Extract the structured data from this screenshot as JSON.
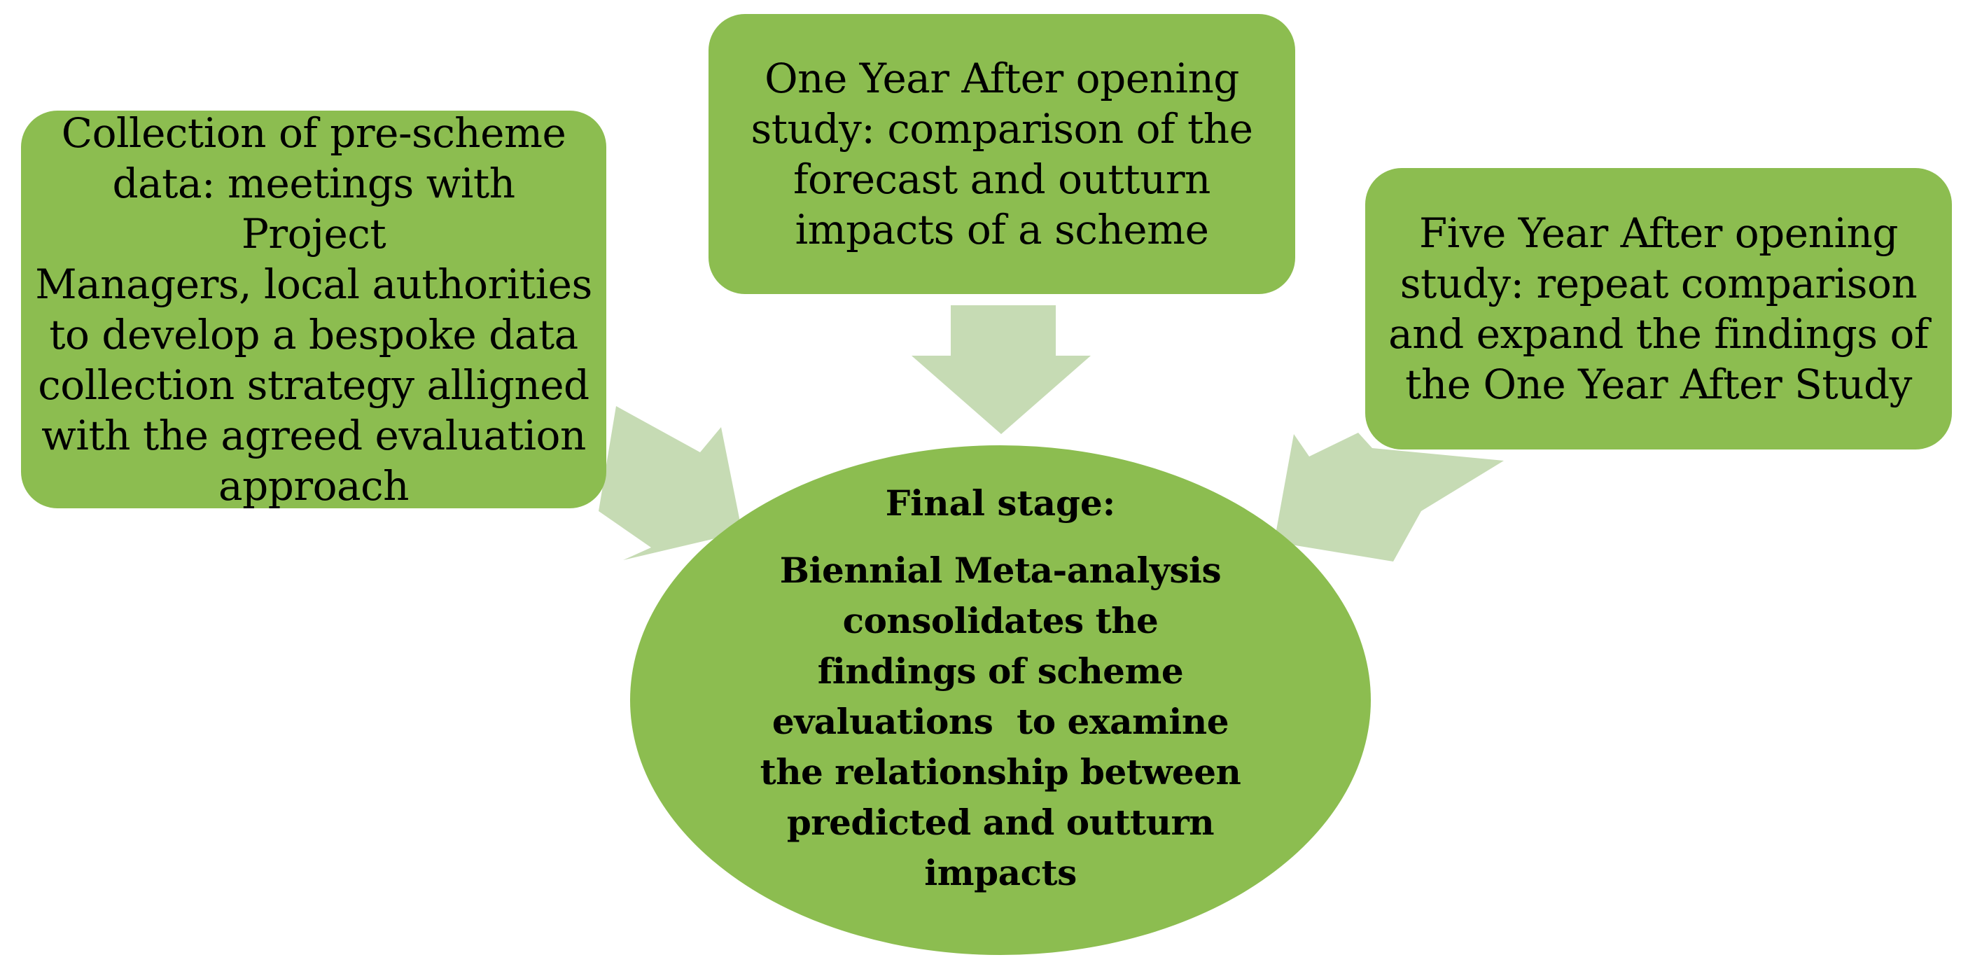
{
  "colors": {
    "shape_fill": "#8cbd50",
    "arrow_fill": "#c6dbb4",
    "text": "#000000"
  },
  "boxes": {
    "pre_scheme": {
      "lines": [
        "Collection of pre-scheme",
        "data: meetings with Project",
        "Managers, local authorities",
        "to develop a bespoke data",
        "collection strategy alligned",
        "with the agreed evaluation",
        "approach"
      ]
    },
    "one_year_after": {
      "lines": [
        "One Year After opening",
        "study: comparison of the",
        "forecast and outturn",
        "impacts of a scheme"
      ]
    },
    "five_year_after": {
      "lines": [
        "Five Year After opening",
        "study: repeat comparison",
        "and expand the findings of",
        "the One Year After Study"
      ]
    }
  },
  "final_stage": {
    "title": "Final stage:",
    "lines": [
      "Biennial Meta-analysis",
      "consolidates the",
      "findings of scheme",
      "evaluations  to examine",
      "the relationship between",
      "predicted and outturn",
      "impacts"
    ]
  }
}
